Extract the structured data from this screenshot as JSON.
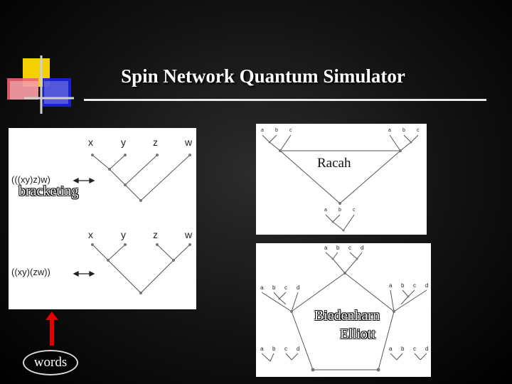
{
  "slide": {
    "title": "Spin Network Quantum Simulator"
  },
  "left_panel": {
    "tree1_leaves": [
      "x",
      "y",
      "z",
      "w"
    ],
    "tree1_bracket": "(((xy)z)w)",
    "tree2_leaves": [
      "x",
      "y",
      "z",
      "w"
    ],
    "tree2_bracket": "((xy)(zw))",
    "bracketing_label": "bracketing",
    "words_label": "words"
  },
  "racah_panel": {
    "label": "Racah",
    "top_left_leaves": [
      "a",
      "b",
      "c"
    ],
    "top_right_leaves": [
      "a",
      "b",
      "c"
    ],
    "bottom_leaves": [
      "a",
      "b",
      "c"
    ]
  },
  "biedenharn_panel": {
    "label_line1": "Biedenharn",
    "label_line2": "Elliott",
    "top_leaves": [
      "a",
      "b",
      "c",
      "d"
    ],
    "mid_left_leaves": [
      "a",
      "b",
      "c",
      "d"
    ],
    "mid_right_leaves": [
      "a",
      "b",
      "c",
      "d"
    ],
    "bottom_left_leaves": [
      "a",
      "b",
      "c",
      "d"
    ],
    "bottom_right_leaves": [
      "a",
      "b",
      "c",
      "d"
    ]
  },
  "colors": {
    "title": "#ffffff",
    "words_arrow": "#e00000",
    "deco_yellow": "#f5d000",
    "deco_blue": "#1a22d8",
    "deco_red": "#f06070"
  }
}
